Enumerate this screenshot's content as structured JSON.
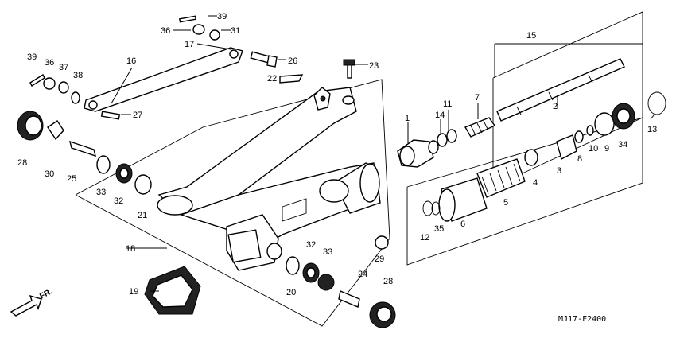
{
  "diagram": {
    "part_labels": [
      "39",
      "36",
      "31",
      "17",
      "16",
      "39",
      "36",
      "37",
      "38",
      "26",
      "23",
      "22",
      "27",
      "28",
      "30",
      "25",
      "33",
      "32",
      "21",
      "15",
      "2",
      "1",
      "14",
      "11",
      "7",
      "13",
      "9",
      "34",
      "10",
      "8",
      "3",
      "4",
      "5",
      "6",
      "12",
      "35",
      "29",
      "18",
      "32",
      "33",
      "20",
      "24",
      "28",
      "19"
    ],
    "drawing_code": "MJ17-F2400",
    "direction_label": "FR."
  }
}
